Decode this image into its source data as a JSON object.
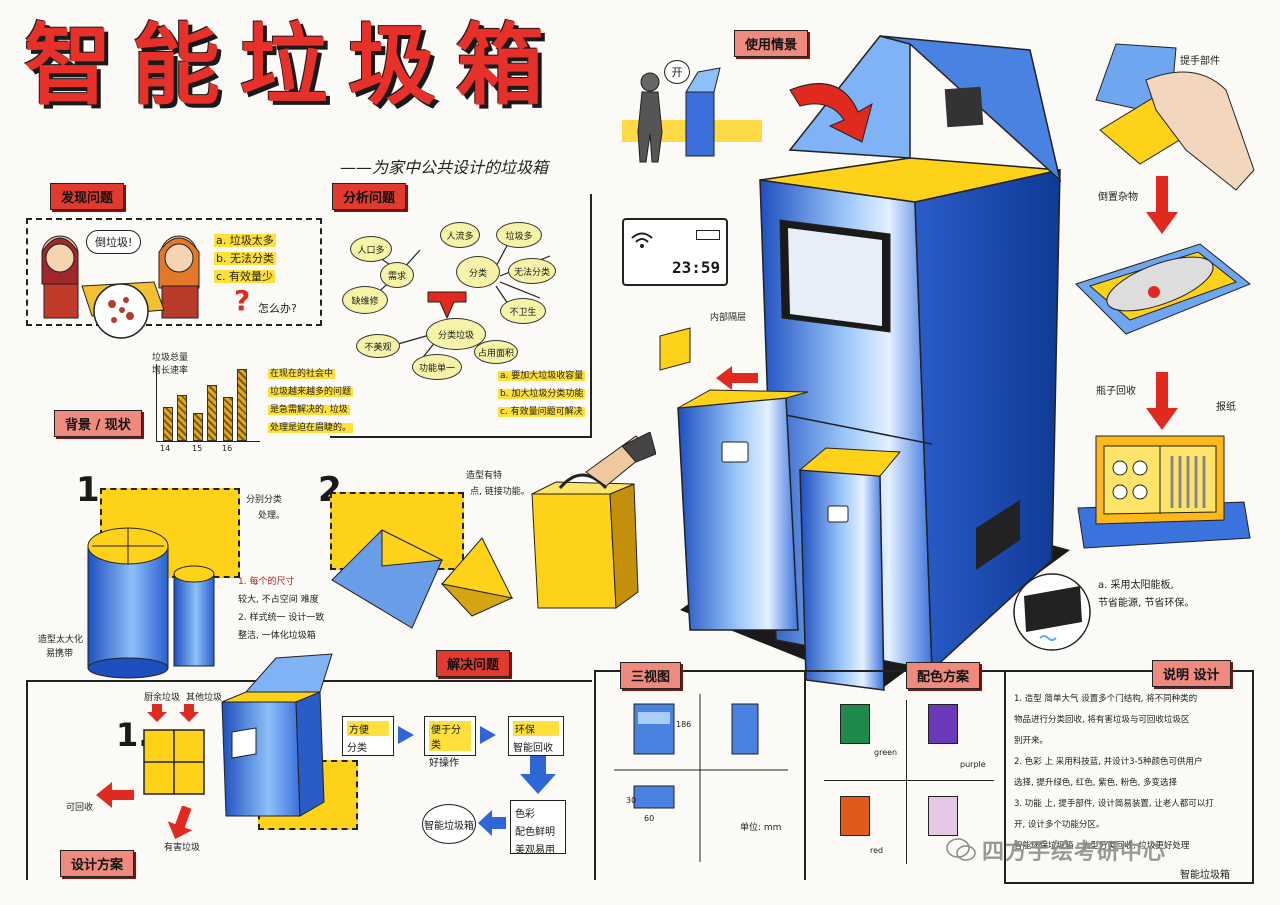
{
  "title": {
    "chars": [
      "智",
      "能",
      "垃",
      "圾",
      "箱"
    ],
    "subtitle": "——为家中公共设计的垃圾箱"
  },
  "sections": {
    "discover": "发现问题",
    "analyze": "分析问题",
    "background": "背景 / 现状",
    "solve": "解决问题",
    "design_plan": "设计方案",
    "scenario": "使用情景",
    "three_view": "三视图",
    "color_scheme": "配色方案",
    "design_note": "说明 设计"
  },
  "discover": {
    "speech": "倒垃圾!",
    "items": [
      "a. 垃圾太多",
      "b. 无法分类",
      "c. 有效量少"
    ],
    "question": "?",
    "question_note": "怎么办?"
  },
  "analyze": {
    "bubbles_left": [
      "人口多",
      "需求",
      "缺维修"
    ],
    "bubbles_right": [
      "人流多",
      "分类",
      "垃圾多",
      "无法分类",
      "不卫生"
    ],
    "bubbles_bottom": [
      "不美观",
      "分类垃圾",
      "占用面积",
      "功能单一"
    ],
    "conclusions": [
      "a. 要加大垃圾收容量",
      "b. 加大垃圾分类功能",
      "c. 有效量问题可解决"
    ]
  },
  "background": {
    "chart_label": "垃圾总量\n增长速率",
    "years": [
      "14",
      "15",
      "16"
    ],
    "text": [
      "在现在的社会中",
      "垃圾越来越多的问题",
      "是急需解决的, 垃圾",
      "处理是迫在眉睫的。"
    ]
  },
  "concepts": {
    "c1_num": "1.",
    "c1_note1": "分别分类",
    "c1_note2": "处理。",
    "c1_note3": "造型太大化",
    "c1_note4": "易携带",
    "c2_num": "2.",
    "c2_note1": "造型有特",
    "c2_note2": "点, 链接功能。",
    "pros": [
      "1. 每个的尺寸",
      "较大, 不占空间 难度",
      "2. 样式统一 设计一致",
      "整洁, 一体化垃圾箱"
    ]
  },
  "plan": {
    "num": "1.",
    "label_a": "厨余垃圾",
    "label_b": "其他垃圾",
    "recycle": "可回收",
    "harmful": "有害垃圾",
    "flow": [
      "方便",
      "分类",
      "便于分类",
      "好操作",
      "环保",
      "智能回收",
      "智能垃圾箱",
      "色彩",
      "配色鲜明",
      "美观易用"
    ]
  },
  "scenario": {
    "speech": "开",
    "clock": "23:59"
  },
  "product_labels": {
    "handle": "提手部件",
    "pour": "倒置杂物",
    "inner": "内部隔层",
    "bottle": "瓶子回收",
    "paper": "报纸",
    "solar_a": "a. 采用太阳能板,",
    "solar_b": "节省能源, 节省环保。"
  },
  "three_view": {
    "dims": [
      "186",
      "60",
      "30"
    ],
    "unit": "单位: mm"
  },
  "color_scheme": {
    "names": [
      "green",
      "purple",
      "red",
      ""
    ],
    "colors": [
      "#1f8a4c",
      "#6a3ab8",
      "#e25a1a",
      "#e6c8e4"
    ]
  },
  "design_note": {
    "lines": [
      "1. 造型 简单大气 设置多个门结构, 将不同种类的",
      "物品进行分类回收, 将有害垃圾与可回收垃圾区",
      "别开来。",
      "2. 色彩 上 采用科技蓝, 并设计3-5种颜色可供用户",
      "选择, 提升绿色, 红色, 紫色, 粉色, 多变选择",
      "3. 功能 上, 提手部件, 设计简易装置, 让老人都可以打",
      "开, 设计多个功能分区。",
      "智能环保垃圾箱 - 大型分类回收, 垃圾更好处理"
    ],
    "footer": "智能垃圾箱"
  },
  "watermark": "四方手绘考研中心"
}
